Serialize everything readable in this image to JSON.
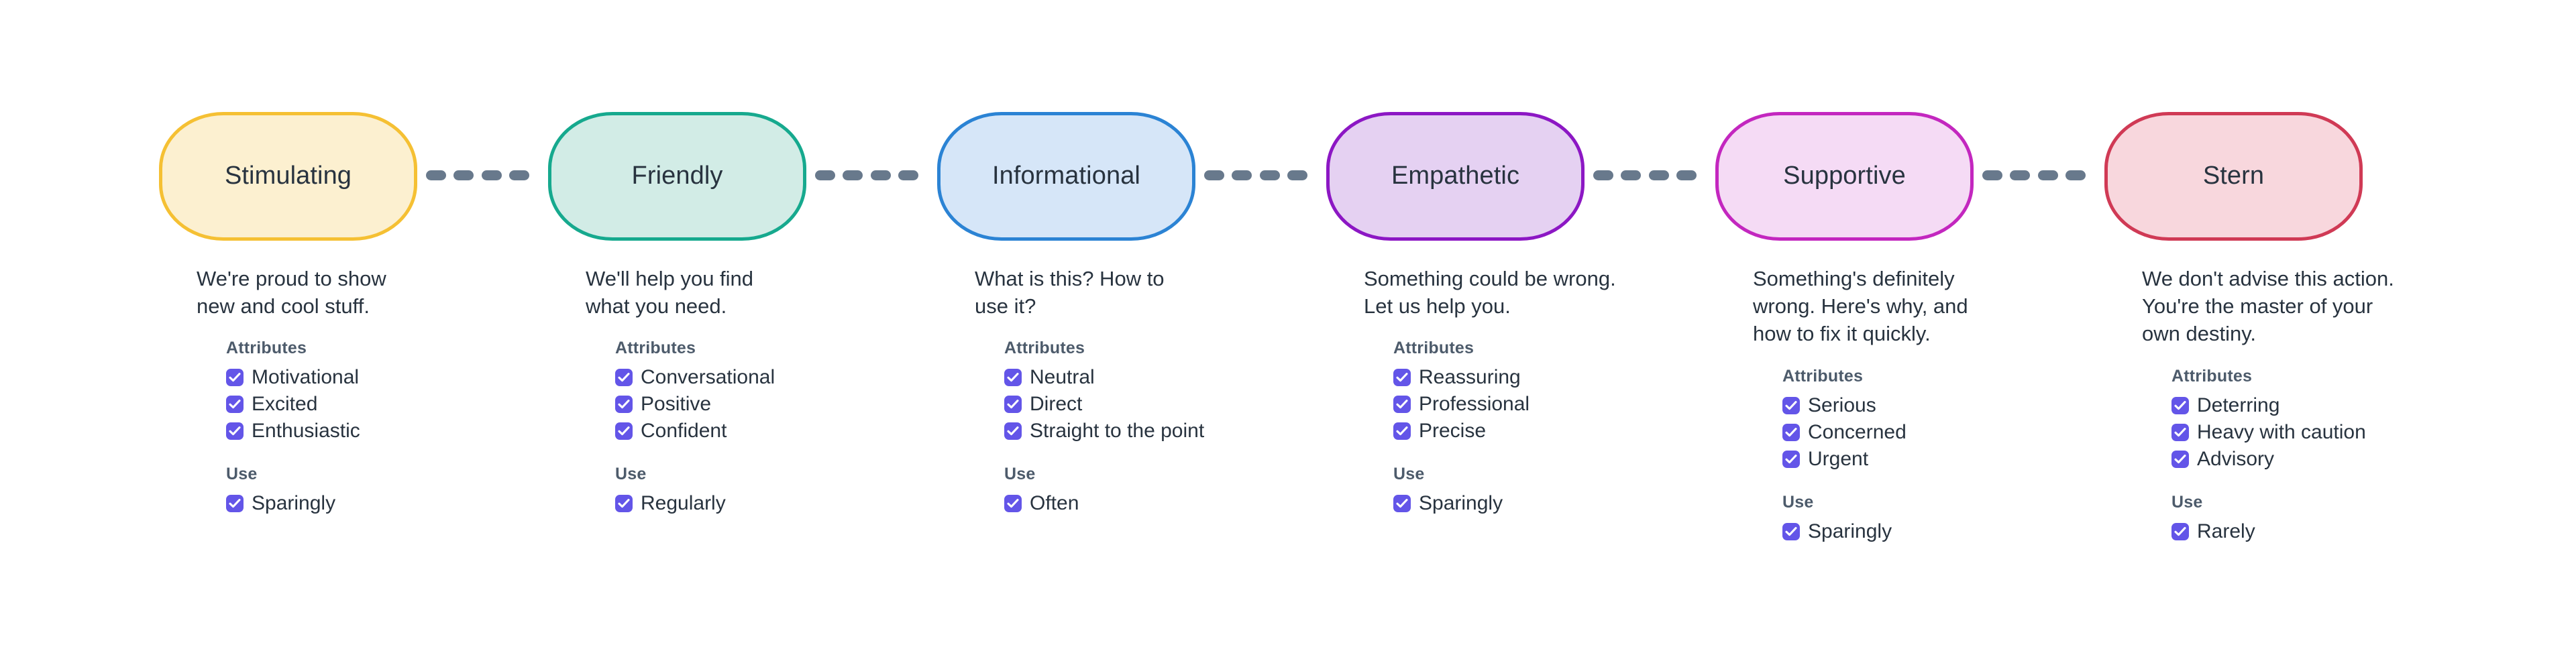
{
  "theme": {
    "background": "#ffffff",
    "text_color": "#28333f",
    "muted_heading_color": "#4d5b6b",
    "checkbox_color": "#6355e8",
    "connector_color": "#68798c"
  },
  "connector": {
    "icon": "dashed-line",
    "dash_count": 4
  },
  "stages": [
    {
      "id": "stimulating",
      "label": "Stimulating",
      "fill": "#fcf0d0",
      "stroke": "#f5c033",
      "description": "We're proud to show\nnew and cool stuff.",
      "groups": [
        {
          "title": "Attributes",
          "items": [
            "Motivational",
            "Excited",
            "Enthusiastic"
          ]
        },
        {
          "title": "Use",
          "items": [
            "Sparingly"
          ]
        }
      ]
    },
    {
      "id": "friendly",
      "label": "Friendly",
      "fill": "#d2ece6",
      "stroke": "#16a98e",
      "description": "We'll help you find\nwhat you need.",
      "groups": [
        {
          "title": "Attributes",
          "items": [
            "Conversational",
            "Positive",
            "Confident"
          ]
        },
        {
          "title": "Use",
          "items": [
            "Regularly"
          ]
        }
      ]
    },
    {
      "id": "informational",
      "label": "Informational",
      "fill": "#d6e6f8",
      "stroke": "#2b83d4",
      "description": "What is this? How to\nuse it?",
      "groups": [
        {
          "title": "Attributes",
          "items": [
            "Neutral",
            "Direct",
            "Straight to the point"
          ]
        },
        {
          "title": "Use",
          "items": [
            "Often"
          ]
        }
      ]
    },
    {
      "id": "empathetic",
      "label": "Empathetic",
      "fill": "#e5d1f2",
      "stroke": "#8c17c4",
      "description": "Something could be wrong.\nLet us help you.",
      "groups": [
        {
          "title": "Attributes",
          "items": [
            "Reassuring",
            "Professional",
            "Precise"
          ]
        },
        {
          "title": "Use",
          "items": [
            "Sparingly"
          ]
        }
      ]
    },
    {
      "id": "supportive",
      "label": "Supportive",
      "fill": "#f5dbf5",
      "stroke": "#c327bf",
      "description": "Something's definitely\nwrong. Here's why, and\nhow to fix it quickly.",
      "groups": [
        {
          "title": "Attributes",
          "items": [
            "Serious",
            "Concerned",
            "Urgent"
          ]
        },
        {
          "title": "Use",
          "items": [
            "Sparingly"
          ]
        }
      ]
    },
    {
      "id": "stern",
      "label": "Stern",
      "fill": "#f8d7dd",
      "stroke": "#d03a55",
      "description": "We don't advise this action.\nYou're the master of your\nown destiny.",
      "groups": [
        {
          "title": "Attributes",
          "items": [
            "Deterring",
            "Heavy with caution",
            "Advisory"
          ]
        },
        {
          "title": "Use",
          "items": [
            "Rarely"
          ]
        }
      ]
    }
  ]
}
